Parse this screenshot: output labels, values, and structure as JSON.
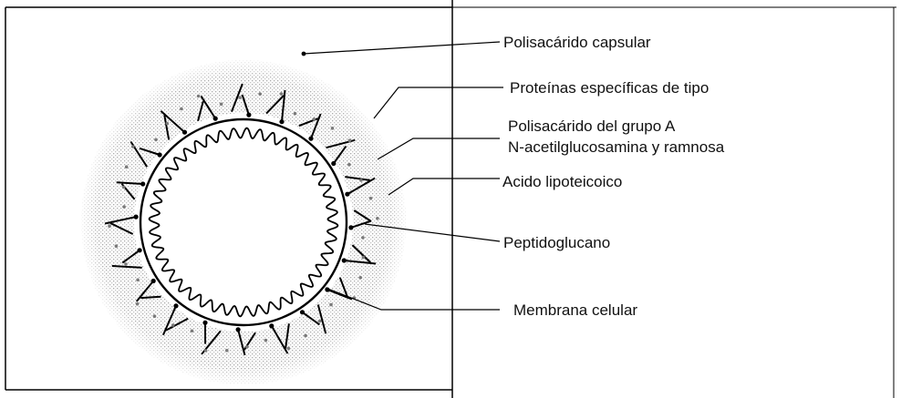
{
  "labels": {
    "capsule": "Polisacárido capsular",
    "proteins": "Proteínas específicas de tipo",
    "group_a_line1": "Polisacárido del grupo A",
    "group_a_line2": "N-acetilglucosamina y ramnosa",
    "lipoteichoic": "Acido lipoteicoico",
    "peptidoglycan": "Peptidoglucano",
    "membrane": "Membrana celular"
  },
  "colors": {
    "ink": "#111111",
    "capsule_stipple": "#b5b5b5",
    "capsule_dots": "#8a8a8a"
  }
}
